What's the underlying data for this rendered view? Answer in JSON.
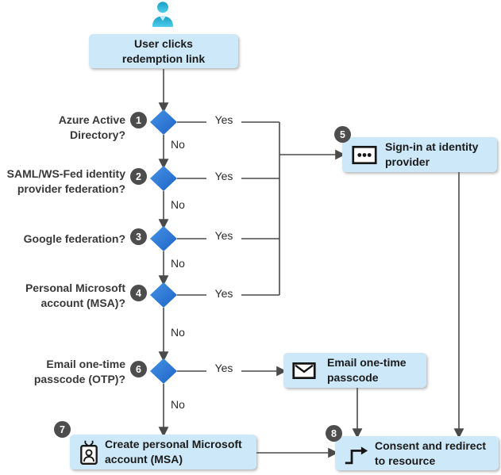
{
  "colors": {
    "background": "#ffffff",
    "box_fill": "#cde8f8",
    "diamond_blue": "#2e7cd8",
    "badge_gray": "#4d4d4d",
    "line": "#4a4a4a",
    "box_text": "#1a1a1a",
    "label_text": "#383838",
    "branch_text": "#2b2b2b",
    "person_cyan": "#2cb7dc"
  },
  "start": {
    "icon": "user-icon",
    "label": "User clicks\nredemption link"
  },
  "decisions": [
    {
      "number": "1",
      "label": "Azure Active Directory?",
      "yes": "Yes",
      "no": "No"
    },
    {
      "number": "2",
      "label": "SAML/WS-Fed identity\nprovider federation?",
      "yes": "Yes",
      "no": "No"
    },
    {
      "number": "3",
      "label": "Google federation?",
      "yes": "Yes",
      "no": "No"
    },
    {
      "number": "4",
      "label": "Personal Microsoft\naccount (MSA)?",
      "yes": "Yes",
      "no": "No"
    },
    {
      "number": "6",
      "label": "Email one-time\npasscode (OTP)?",
      "yes": "Yes",
      "no": "No"
    }
  ],
  "processes": [
    {
      "number": "5",
      "label": "Sign-in at identity\nprovider",
      "icon": "password-dots-icon"
    },
    {
      "number": "",
      "label": "Email one-time\npasscode",
      "icon": "envelope-icon"
    },
    {
      "number": "7",
      "label": "Create personal Microsoft\naccount (MSA)",
      "icon": "id-badge-icon"
    },
    {
      "number": "8",
      "label": "Consent and redirect\nto resource",
      "icon": "redirect-arrow-icon"
    }
  ]
}
